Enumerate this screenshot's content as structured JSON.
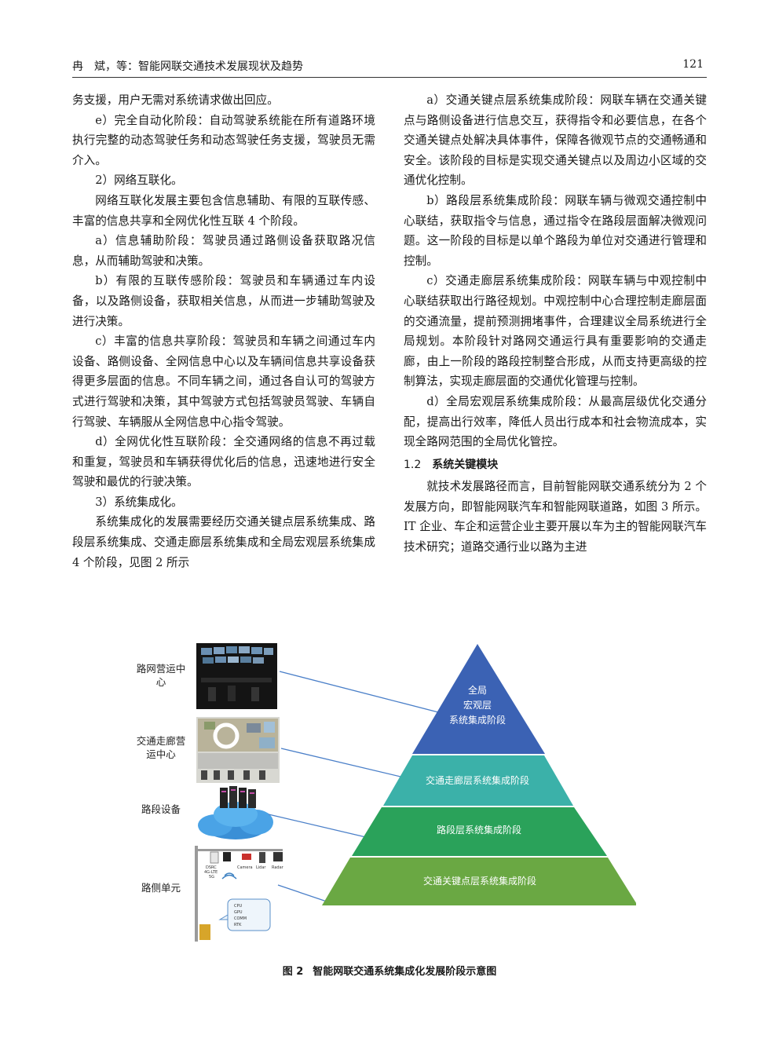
{
  "header": {
    "title": "冉　斌，等：智能网联交通技术发展现状及趋势",
    "page_number": "121"
  },
  "left_column": [
    {
      "text": "务支援，用户无需对系统请求做出回应。",
      "indent": false
    },
    {
      "text": "e）完全自动化阶段：自动驾驶系统能在所有道路环境执行完整的动态驾驶任务和动态驾驶任务支援，驾驶员无需介入。",
      "indent": true
    },
    {
      "text": "2）网络互联化。",
      "indent": true
    },
    {
      "text": "网络互联化发展主要包含信息辅助、有限的互联传感、丰富的信息共享和全网优化性互联 4 个阶段。",
      "indent": true
    },
    {
      "text": "a）信息辅助阶段：驾驶员通过路侧设备获取路况信息，从而辅助驾驶和决策。",
      "indent": true
    },
    {
      "text": "b）有限的互联传感阶段：驾驶员和车辆通过车内设备，以及路侧设备，获取相关信息，从而进一步辅助驾驶及进行决策。",
      "indent": true
    },
    {
      "text": "c）丰富的信息共享阶段：驾驶员和车辆之间通过车内设备、路侧设备、全网信息中心以及车辆间信息共享设备获得更多层面的信息。不同车辆之间，通过各自认可的驾驶方式进行驾驶和决策，其中驾驶方式包括驾驶员驾驶、车辆自行驾驶、车辆服从全网信息中心指令驾驶。",
      "indent": true
    },
    {
      "text": "d）全网优化性互联阶段：全交通网络的信息不再过载和重复，驾驶员和车辆获得优化后的信息，迅速地进行安全驾驶和最优的行驶决策。",
      "indent": true
    },
    {
      "text": "3）系统集成化。",
      "indent": true
    },
    {
      "text": "系统集成化的发展需要经历交通关键点层系统集成、路段层系统集成、交通走廊层系统集成和全局宏观层系统集成 4 个阶段，见图 2 所示",
      "indent": true
    }
  ],
  "right_column": [
    {
      "text": "a）交通关键点层系统集成阶段：网联车辆在交通关键点与路侧设备进行信息交互，获得指令和必要信息，在各个交通关键点处解决具体事件，保障各微观节点的交通畅通和安全。该阶段的目标是实现交通关键点以及周边小区域的交通优化控制。",
      "indent": true
    },
    {
      "text": "b）路段层系统集成阶段：网联车辆与微观交通控制中心联结，获取指令与信息，通过指令在路段层面解决微观问题。这一阶段的目标是以单个路段为单位对交通进行管理和控制。",
      "indent": true
    },
    {
      "text": "c）交通走廊层系统集成阶段：网联车辆与中观控制中心联结获取出行路径规划。中观控制中心合理控制走廊层面的交通流量，提前预测拥堵事件，合理建议全局系统进行全局规划。本阶段针对路网交通运行具有重要影响的交通走廊，由上一阶段的路段控制整合形成，从而支持更高级的控制算法，实现走廊层面的交通优化管理与控制。",
      "indent": true
    },
    {
      "text": "d）全局宏观层系统集成阶段：从最高层级优化交通分配，提高出行效率，降低人员出行成本和社会物流成本，实现全路网范围的全局优化管控。",
      "indent": true
    }
  ],
  "section": {
    "number": "1.2",
    "title": "系统关键模块"
  },
  "right_column_after": [
    {
      "text": "就技术发展路径而言，目前智能网联交通系统分为 2 个发展方向，即智能网联汽车和智能网联道路，如图 3 所示。IT 企业、车企和运营企业主要开展以车为主的智能网联汽车技术研究；道路交通行业以路为主进",
      "indent": true
    }
  ],
  "figure": {
    "side_labels": [
      "路网营运中心",
      "交通走廊营运中心",
      "路段设备",
      "路侧单元"
    ],
    "pyramid_levels": [
      {
        "label": [
          "全局",
          "宏观层",
          "系统集成阶段"
        ],
        "color": "#3b62b4"
      },
      {
        "label": [
          "交通走廊层系统集成阶段"
        ],
        "color": "#3bb1a9"
      },
      {
        "label": [
          "路段层系统集成阶段"
        ],
        "color": "#2aa25a"
      },
      {
        "label": [
          "交通关键点层系统集成阶段"
        ],
        "color": "#6aa843"
      }
    ],
    "device_labels": [
      "DSRC",
      "4G-LTE",
      "5G",
      "Camera",
      "Lidar",
      "Radar"
    ],
    "box_labels": [
      "CPU",
      "GPU",
      "COMM",
      "RTK"
    ],
    "line_color": "#4a7fc8"
  },
  "caption": {
    "figure_number": "图 2",
    "text": "智能网联交通系统集成化发展阶段示意图"
  }
}
